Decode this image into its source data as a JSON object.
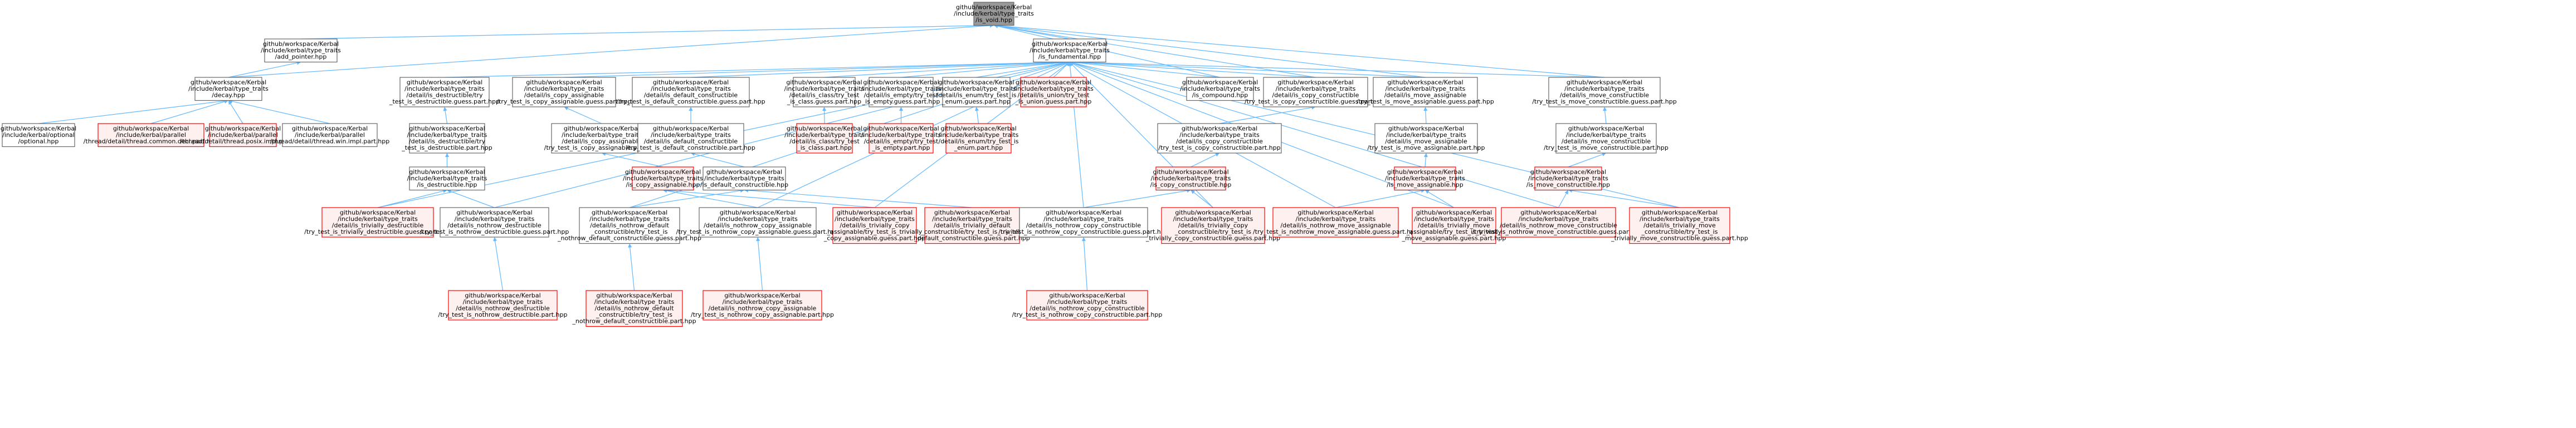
{
  "nodes": [
    {
      "id": "void",
      "style": "root",
      "lines": [
        "github/workspace/Kerbal",
        "/include/kerbal/type_traits",
        "/is_void.hpp"
      ]
    },
    {
      "id": "add_pointer",
      "style": "normal",
      "lines": [
        "github/workspace/Kerbal",
        "/include/kerbal/type_traits",
        "/add_pointer.hpp"
      ]
    },
    {
      "id": "fundamental",
      "style": "normal",
      "lines": [
        "github/workspace/Kerbal",
        "/include/kerbal/type_traits",
        "/is_fundamental.hpp"
      ]
    },
    {
      "id": "decay",
      "style": "normal",
      "lines": [
        "github/workspace/Kerbal",
        "/include/kerbal/type_traits",
        "/decay.hpp"
      ]
    },
    {
      "id": "optional",
      "style": "normal",
      "lines": [
        "github/workspace/Kerbal",
        "/include/kerbal/optional",
        "/optional.hpp"
      ]
    },
    {
      "id": "thread_common",
      "style": "red",
      "lines": [
        "github/workspace/Kerbal",
        "/include/kerbal/parallel",
        "/thread/detail/thread.common.decl.part.hpp"
      ]
    },
    {
      "id": "thread_posix",
      "style": "red",
      "lines": [
        "github/workspace/Kerbal",
        "/include/kerbal/parallel",
        "/thread/detail/thread.posix.impl.part.hpp"
      ]
    },
    {
      "id": "thread_win",
      "style": "normal",
      "lines": [
        "github/workspace/Kerbal",
        "/include/kerbal/parallel",
        "/thread/detail/thread.win.impl.part.hpp"
      ]
    },
    {
      "id": "destructible_guess",
      "style": "normal",
      "lines": [
        "github/workspace/Kerbal",
        "/include/kerbal/type_traits",
        "/detail/is_destructible/try",
        "_test_is_destructible.guess.part.hpp"
      ]
    },
    {
      "id": "copy_assign_guess",
      "style": "normal",
      "lines": [
        "github/workspace/Kerbal",
        "/include/kerbal/type_traits",
        "/detail/is_copy_assignable",
        "/try_test_is_copy_assignable.guess.part.hpp"
      ]
    },
    {
      "id": "default_constr_guess",
      "style": "normal",
      "lines": [
        "github/workspace/Kerbal",
        "/include/kerbal/type_traits",
        "/detail/is_default_constructible",
        "/try_test_is_default_constructible.guess.part.hpp"
      ]
    },
    {
      "id": "class_guess",
      "style": "normal",
      "lines": [
        "github/workspace/Kerbal",
        "/include/kerbal/type_traits",
        "/detail/is_class/try_test",
        "_is_class.guess.part.hpp"
      ]
    },
    {
      "id": "empty_guess",
      "style": "normal",
      "lines": [
        "github/workspace/Kerbal",
        "/include/kerbal/type_traits",
        "/detail/is_empty/try_test",
        "_is_empty.guess.part.hpp"
      ]
    },
    {
      "id": "enum_guess",
      "style": "normal",
      "lines": [
        "github/workspace/Kerbal",
        "/include/kerbal/type_traits",
        "/detail/is_enum/try_test_is",
        "_enum.guess.part.hpp"
      ]
    },
    {
      "id": "union_guess",
      "style": "red",
      "lines": [
        "github/workspace/Kerbal",
        "/include/kerbal/type_traits",
        "/detail/is_union/try_test",
        "_is_union.guess.part.hpp"
      ]
    },
    {
      "id": "compound",
      "style": "normal",
      "lines": [
        "github/workspace/Kerbal",
        "/include/kerbal/type_traits",
        "/is_compound.hpp"
      ]
    },
    {
      "id": "copy_constr_guess",
      "style": "normal",
      "lines": [
        "github/workspace/Kerbal",
        "/include/kerbal/type_traits",
        "/detail/is_copy_constructible",
        "/try_test_is_copy_constructible.guess.part.hpp"
      ]
    },
    {
      "id": "move_assign_guess",
      "style": "normal",
      "lines": [
        "github/workspace/Kerbal",
        "/include/kerbal/type_traits",
        "/detail/is_move_assignable",
        "/try_test_is_move_assignable.guess.part.hpp"
      ]
    },
    {
      "id": "move_constr_guess",
      "style": "normal",
      "lines": [
        "github/workspace/Kerbal",
        "/include/kerbal/type_traits",
        "/detail/is_move_constructible",
        "/try_test_is_move_constructible.guess.part.hpp"
      ]
    },
    {
      "id": "destructible_part",
      "style": "normal",
      "lines": [
        "github/workspace/Kerbal",
        "/include/kerbal/type_traits",
        "/detail/is_destructible/try",
        "_test_is_destructible.part.hpp"
      ]
    },
    {
      "id": "copy_assign_part",
      "style": "normal",
      "lines": [
        "github/workspace/Kerbal",
        "/include/kerbal/type_traits",
        "/detail/is_copy_assignable",
        "/try_test_is_copy_assignable.part.hpp"
      ]
    },
    {
      "id": "default_constr_part",
      "style": "normal",
      "lines": [
        "github/workspace/Kerbal",
        "/include/kerbal/type_traits",
        "/detail/is_default_constructible",
        "/try_test_is_default_constructible.part.hpp"
      ]
    },
    {
      "id": "class_part",
      "style": "red",
      "lines": [
        "github/workspace/Kerbal",
        "/include/kerbal/type_traits",
        "/detail/is_class/try_test",
        "_is_class.part.hpp"
      ]
    },
    {
      "id": "empty_part",
      "style": "red",
      "lines": [
        "github/workspace/Kerbal",
        "/include/kerbal/type_traits",
        "/detail/is_empty/try_test",
        "_is_empty.part.hpp"
      ]
    },
    {
      "id": "enum_part",
      "style": "red",
      "lines": [
        "github/workspace/Kerbal",
        "/include/kerbal/type_traits",
        "/detail/is_enum/try_test_is",
        "_enum.part.hpp"
      ]
    },
    {
      "id": "copy_constr_part",
      "style": "normal",
      "lines": [
        "github/workspace/Kerbal",
        "/include/kerbal/type_traits",
        "/detail/is_copy_constructible",
        "/try_test_is_copy_constructible.part.hpp"
      ]
    },
    {
      "id": "move_assign_part",
      "style": "normal",
      "lines": [
        "github/workspace/Kerbal",
        "/include/kerbal/type_traits",
        "/detail/is_move_assignable",
        "/try_test_is_move_assignable.part.hpp"
      ]
    },
    {
      "id": "move_constr_part",
      "style": "normal",
      "lines": [
        "github/workspace/Kerbal",
        "/include/kerbal/type_traits",
        "/detail/is_move_constructible",
        "/try_test_is_move_constructible.part.hpp"
      ]
    },
    {
      "id": "is_destructible",
      "style": "normal",
      "lines": [
        "github/workspace/Kerbal",
        "/include/kerbal/type_traits",
        "/is_destructible.hpp"
      ]
    },
    {
      "id": "is_copy_assignable",
      "style": "red",
      "lines": [
        "github/workspace/Kerbal",
        "/include/kerbal/type_traits",
        "/is_copy_assignable.hpp"
      ]
    },
    {
      "id": "is_default_constructible",
      "style": "normal",
      "lines": [
        "github/workspace/Kerbal",
        "/include/kerbal/type_traits",
        "/is_default_constructible.hpp"
      ]
    },
    {
      "id": "is_copy_constructible",
      "style": "red",
      "lines": [
        "github/workspace/Kerbal",
        "/include/kerbal/type_traits",
        "/is_copy_constructible.hpp"
      ]
    },
    {
      "id": "is_move_assignable",
      "style": "red",
      "lines": [
        "github/workspace/Kerbal",
        "/include/kerbal/type_traits",
        "/is_move_assignable.hpp"
      ]
    },
    {
      "id": "is_move_constructible",
      "style": "red",
      "lines": [
        "github/workspace/Kerbal",
        "/include/kerbal/type_traits",
        "/is_move_constructible.hpp"
      ]
    },
    {
      "id": "triv_destructible_guess",
      "style": "red",
      "lines": [
        "github/workspace/Kerbal",
        "/include/kerbal/type_traits",
        "/detail/is_trivially_destructible",
        "/try_test_is_trivially_destructible.guess.part.hpp"
      ]
    },
    {
      "id": "nothrow_destructible_guess",
      "style": "normal",
      "lines": [
        "github/workspace/Kerbal",
        "/include/kerbal/type_traits",
        "/detail/is_nothrow_destructible",
        "/try_test_is_nothrow_destructible.guess.part.hpp"
      ]
    },
    {
      "id": "nothrow_default_guess",
      "style": "normal",
      "lines": [
        "github/workspace/Kerbal",
        "/include/kerbal/type_traits",
        "/detail/is_nothrow_default",
        "_constructible/try_test_is",
        "_nothrow_default_constructible.guess.part.hpp"
      ]
    },
    {
      "id": "nothrow_copy_assign_guess",
      "style": "normal",
      "lines": [
        "github/workspace/Kerbal",
        "/include/kerbal/type_traits",
        "/detail/is_nothrow_copy_assignable",
        "/try_test_is_nothrow_copy_assignable.guess.part.hpp"
      ]
    },
    {
      "id": "triv_copy_assign_guess",
      "style": "red",
      "lines": [
        "github/workspace/Kerbal",
        "/include/kerbal/type_traits",
        "/detail/is_trivially_copy",
        "_assignable/try_test_is_trivially",
        "_copy_assignable.guess.part.hpp"
      ]
    },
    {
      "id": "triv_default_guess",
      "style": "red",
      "lines": [
        "github/workspace/Kerbal",
        "/include/kerbal/type_traits",
        "/detail/is_trivially_default",
        "_constructible/try_test_is_trivially",
        "_default_constructible.guess.part.hpp"
      ]
    },
    {
      "id": "nothrow_copy_constr_guess",
      "style": "normal",
      "lines": [
        "github/workspace/Kerbal",
        "/include/kerbal/type_traits",
        "/detail/is_nothrow_copy_constructible",
        "/try_test_is_nothrow_copy_constructible.guess.part.hpp"
      ]
    },
    {
      "id": "triv_copy_constr_guess",
      "style": "red",
      "lines": [
        "github/workspace/Kerbal",
        "/include/kerbal/type_traits",
        "/detail/is_trivially_copy",
        "_constructible/try_test_is",
        "_trivially_copy_constructible.guess.part.hpp"
      ]
    },
    {
      "id": "nothrow_move_assign_guess",
      "style": "red",
      "lines": [
        "github/workspace/Kerbal",
        "/include/kerbal/type_traits",
        "/detail/is_nothrow_move_assignable",
        "/try_test_is_nothrow_move_assignable.guess.part.hpp"
      ]
    },
    {
      "id": "triv_move_assign_guess",
      "style": "red",
      "lines": [
        "github/workspace/Kerbal",
        "/include/kerbal/type_traits",
        "/detail/is_trivially_move",
        "_assignable/try_test_is_trivially",
        "_move_assignable.guess.part.hpp"
      ]
    },
    {
      "id": "nothrow_move_constr_guess",
      "style": "red",
      "lines": [
        "github/workspace/Kerbal",
        "/include/kerbal/type_traits",
        "/detail/is_nothrow_move_constructible",
        "/try_test_is_nothrow_move_constructible.guess.part.hpp"
      ]
    },
    {
      "id": "triv_move_constr_guess",
      "style": "red",
      "lines": [
        "github/workspace/Kerbal",
        "/include/kerbal/type_traits",
        "/detail/is_trivially_move",
        "_constructible/try_test_is",
        "_trivially_move_constructible.guess.part.hpp"
      ]
    },
    {
      "id": "nothrow_destructible_part",
      "style": "red",
      "lines": [
        "github/workspace/Kerbal",
        "/include/kerbal/type_traits",
        "/detail/is_nothrow_destructible",
        "/try_test_is_nothrow_destructible.part.hpp"
      ]
    },
    {
      "id": "nothrow_default_part",
      "style": "red",
      "lines": [
        "github/workspace/Kerbal",
        "/include/kerbal/type_traits",
        "/detail/is_nothrow_default",
        "_constructible/try_test_is",
        "_nothrow_default_constructible.part.hpp"
      ]
    },
    {
      "id": "nothrow_copy_assign_part",
      "style": "red",
      "lines": [
        "github/workspace/Kerbal",
        "/include/kerbal/type_traits",
        "/detail/is_nothrow_copy_assignable",
        "/try_test_is_nothrow_copy_assignable.part.hpp"
      ]
    },
    {
      "id": "nothrow_copy_constr_part",
      "style": "red",
      "lines": [
        "github/workspace/Kerbal",
        "/include/kerbal/type_traits",
        "/detail/is_nothrow_copy_constructible",
        "/try_test_is_nothrow_copy_constructible.part.hpp"
      ]
    }
  ],
  "edges": [
    [
      "void",
      "add_pointer"
    ],
    [
      "void",
      "fundamental"
    ],
    [
      "void",
      "decay"
    ],
    [
      "void",
      "compound"
    ],
    [
      "void",
      "copy_constr_guess"
    ],
    [
      "void",
      "move_assign_guess"
    ],
    [
      "void",
      "move_constr_guess"
    ],
    [
      "add_pointer",
      "decay"
    ],
    [
      "decay",
      "optional"
    ],
    [
      "decay",
      "thread_common"
    ],
    [
      "decay",
      "thread_posix"
    ],
    [
      "decay",
      "thread_win"
    ],
    [
      "fundamental",
      "destructible_guess"
    ],
    [
      "fundamental",
      "copy_assign_guess"
    ],
    [
      "fundamental",
      "default_constr_guess"
    ],
    [
      "fundamental",
      "class_guess"
    ],
    [
      "fundamental",
      "empty_guess"
    ],
    [
      "fundamental",
      "enum_guess"
    ],
    [
      "fundamental",
      "union_guess"
    ],
    [
      "fundamental",
      "compound"
    ],
    [
      "fundamental",
      "copy_constr_guess"
    ],
    [
      "fundamental",
      "move_assign_guess"
    ],
    [
      "fundamental",
      "move_constr_guess"
    ],
    [
      "fundamental",
      "triv_destructible_guess"
    ],
    [
      "fundamental",
      "nothrow_destructible_guess"
    ],
    [
      "fundamental",
      "nothrow_default_guess"
    ],
    [
      "fundamental",
      "nothrow_copy_assign_guess"
    ],
    [
      "fundamental",
      "triv_copy_assign_guess"
    ],
    [
      "fundamental",
      "nothrow_copy_constr_guess"
    ],
    [
      "fundamental",
      "nothrow_move_assign_guess"
    ],
    [
      "fundamental",
      "triv_move_assign_guess"
    ],
    [
      "fundamental",
      "nothrow_move_constr_guess"
    ],
    [
      "fundamental",
      "triv_move_constr_guess"
    ],
    [
      "fundamental",
      "triv_copy_constr_guess"
    ],
    [
      "destructible_guess",
      "destructible_part"
    ],
    [
      "copy_assign_guess",
      "copy_assign_part"
    ],
    [
      "default_constr_guess",
      "default_constr_part"
    ],
    [
      "class_guess",
      "class_part"
    ],
    [
      "empty_guess",
      "empty_part"
    ],
    [
      "enum_guess",
      "enum_part"
    ],
    [
      "copy_constr_guess",
      "copy_constr_part"
    ],
    [
      "move_assign_guess",
      "move_assign_part"
    ],
    [
      "move_constr_guess",
      "move_constr_part"
    ],
    [
      "destructible_part",
      "is_destructible"
    ],
    [
      "copy_assign_part",
      "is_copy_assignable"
    ],
    [
      "default_constr_part",
      "is_default_constructible"
    ],
    [
      "copy_constr_part",
      "is_copy_constructible"
    ],
    [
      "move_assign_part",
      "is_move_assignable"
    ],
    [
      "move_constr_part",
      "is_move_constructible"
    ],
    [
      "is_destructible",
      "triv_destructible_guess"
    ],
    [
      "is_destructible",
      "nothrow_destructible_guess"
    ],
    [
      "is_copy_assignable",
      "triv_copy_assign_guess"
    ],
    [
      "is_copy_assignable",
      "nothrow_copy_assign_guess"
    ],
    [
      "is_default_constructible",
      "nothrow_default_guess"
    ],
    [
      "is_default_constructible",
      "triv_default_guess"
    ],
    [
      "is_copy_constructible",
      "nothrow_copy_constr_guess"
    ],
    [
      "is_copy_constructible",
      "triv_copy_constr_guess"
    ],
    [
      "is_move_assignable",
      "nothrow_move_assign_guess"
    ],
    [
      "is_move_assignable",
      "triv_move_assign_guess"
    ],
    [
      "is_move_constructible",
      "nothrow_move_constr_guess"
    ],
    [
      "is_move_constructible",
      "triv_move_constr_guess"
    ],
    [
      "nothrow_destructible_guess",
      "nothrow_destructible_part"
    ],
    [
      "nothrow_default_guess",
      "nothrow_default_part"
    ],
    [
      "nothrow_copy_assign_guess",
      "nothrow_copy_assign_part"
    ],
    [
      "nothrow_copy_constr_guess",
      "nothrow_copy_constr_part"
    ]
  ]
}
